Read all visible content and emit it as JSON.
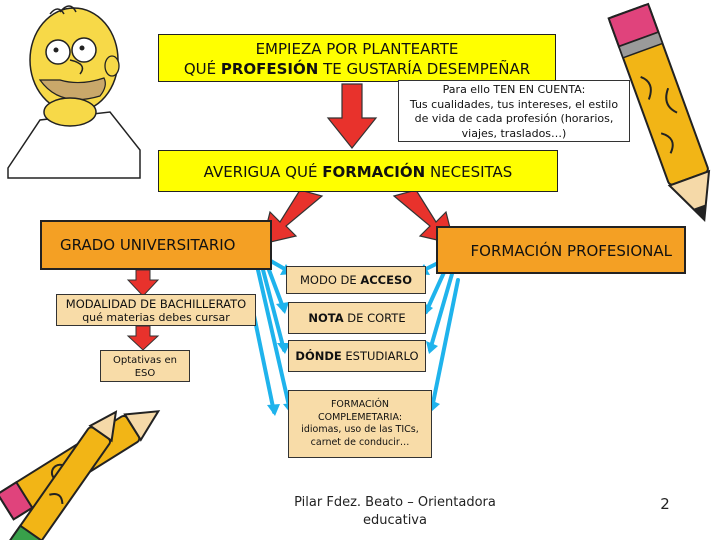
{
  "title_box": {
    "line1": "EMPIEZA POR PLANTEARTE",
    "line2_pre": "QUÉ ",
    "line2_em": "PROFESIÓN",
    "line2_post": " TE GUSTARÍA DESEMPEÑAR"
  },
  "note_box": {
    "lines": [
      "Para ello TEN EN CUENTA:",
      "Tus cualidades, tus intereses, el estilo",
      "de vida de cada profesión (horarios,",
      "viajes, traslados…)"
    ]
  },
  "formation_box": {
    "pre": "AVERIGUA QUÉ ",
    "em": "FORMACIÓN",
    "post": " NECESITAS"
  },
  "grado_box": {
    "label": "GRADO UNIVERSITARIO"
  },
  "fp_box": {
    "label": "FORMACIÓN PROFESIONAL"
  },
  "modo_box": {
    "pre": "MODO DE ",
    "em": "ACCESO"
  },
  "bach_box": {
    "line1": "MODALIDAD DE BACHILLERATO",
    "line2": "qué materias debes cursar"
  },
  "nota_box": {
    "em": "NOTA",
    "post": " DE CORTE"
  },
  "optativas_box": {
    "line1": "Optativas en",
    "line2": "ESO"
  },
  "donde_box": {
    "em": "DÓNDE",
    "post": " ESTUDIARLO"
  },
  "complementaria_box": {
    "lines": [
      "FORMACIÓN",
      "COMPLEMETARIA:",
      "idiomas, uso de las TICs,",
      "carnet de conducir…"
    ]
  },
  "footer": {
    "line1": "Pilar Fdez. Beato – Orientadora",
    "line2": "educativa",
    "page_number": "2"
  },
  "colors": {
    "yellow": "#ffff00",
    "orange": "#f4a024",
    "tan": "#f8dca8",
    "red_arrow": "#e8322c",
    "blue_arrow": "#1fb3ec"
  }
}
